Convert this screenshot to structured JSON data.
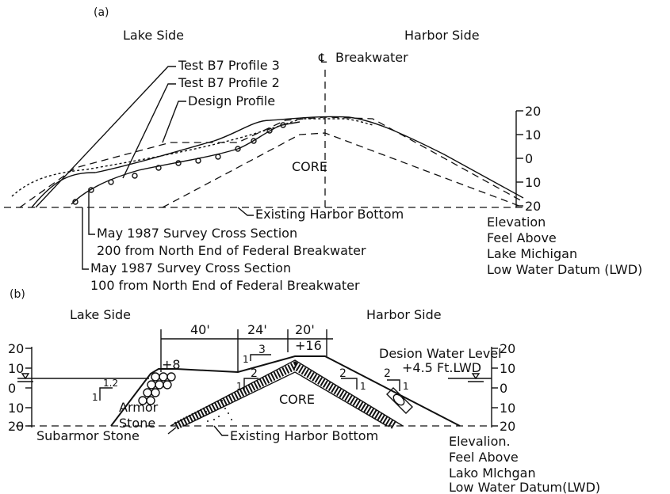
{
  "panel_a": {
    "label": "(a)",
    "lake_side": "Lake Side",
    "harbor_side": "Harbor Side",
    "centerline_label": "Breakwater",
    "centerline_symbol": "℄",
    "profile3_label": "Test B7 Profile 3",
    "profile2_label": "Test B7 Profile 2",
    "design_profile_label": "Design Profile",
    "core_label": "CORE",
    "bottom_label": "Existing Harbor Bottom",
    "survey1_line1": "May 1987 Survey Cross Section",
    "survey1_line2": "200 from North End of Federal Breakwater",
    "survey2_line1": "May 1987 Survey Cross Section",
    "survey2_line2": "100 from North End of Federal Breakwater",
    "scale_ticks": [
      "20",
      "10",
      "0",
      "10",
      "20"
    ],
    "elev_lines": [
      "Elevation",
      "Feel Above",
      "Lake Michigan",
      "Low Water Datum (LWD)"
    ]
  },
  "panel_b": {
    "label": "(b)",
    "lake_side": "Lake Side",
    "harbor_side": "Harbor Side",
    "dim_40": "40'",
    "dim_24": "24'",
    "dim_20": "20'",
    "crest_elev": "+16",
    "berm_elev": "+8",
    "slope_1_3_run": "3",
    "slope_1_3_rise": "1",
    "slope_left_rise": "1",
    "slope_left_run": "2",
    "slope_right_run": "2",
    "slope_right_rise": "1",
    "slope_far_run": "2",
    "slope_far_rise": "1",
    "slope_lake_rise": "1",
    "slope_lake_run": "1.2",
    "design_water_level": "Desion Water Level",
    "water_level_value": "+4.5 Ft.LWD",
    "core_label": "CORE",
    "armor_label_1": "Armor",
    "armor_label_2": "Stone",
    "subarmor_label": "Subarmor Stone",
    "bottom_label": "Existing Harbor Bottom",
    "left_ticks": [
      "20",
      "10",
      "0",
      "10",
      "20"
    ],
    "right_ticks": [
      "20",
      "10",
      "0",
      "10",
      "20"
    ],
    "elev_lines": [
      "Elevalion.",
      "Feel Above",
      "Lako Mlchgan",
      "Low Water Datum(LWD)"
    ]
  }
}
